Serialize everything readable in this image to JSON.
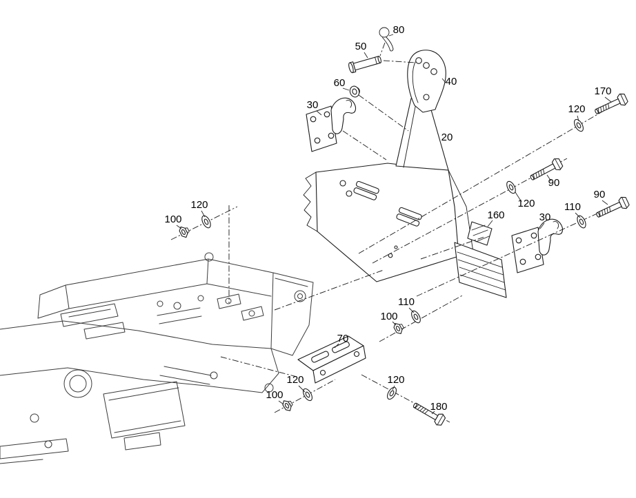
{
  "diagram": {
    "colors": {
      "background": "#ffffff",
      "line": "#1a1a1a"
    },
    "callouts": [
      {
        "label": "50"
      },
      {
        "label": "80"
      },
      {
        "label": "60"
      },
      {
        "label": "40"
      },
      {
        "label": "30"
      },
      {
        "label": "170"
      },
      {
        "label": "120"
      },
      {
        "label": "20"
      },
      {
        "label": "90"
      },
      {
        "label": "120"
      },
      {
        "label": "160"
      },
      {
        "label": "110"
      },
      {
        "label": "90"
      },
      {
        "label": "30"
      },
      {
        "label": "120"
      },
      {
        "label": "100"
      },
      {
        "label": "110"
      },
      {
        "label": "100"
      },
      {
        "label": "70"
      },
      {
        "label": "120"
      },
      {
        "label": "100"
      },
      {
        "label": "120"
      },
      {
        "label": "180"
      }
    ]
  }
}
